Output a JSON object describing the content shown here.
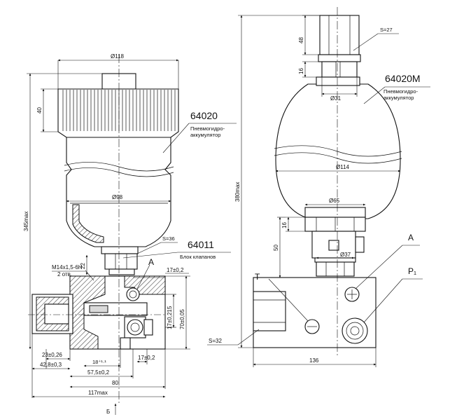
{
  "left_view": {
    "model": "64020",
    "description": "Пневмогидро-аккумулятор",
    "block_model": "64011",
    "block_description": "Блок клапанов",
    "port_a": "А",
    "wrench": "S=36",
    "thread": "M14x1,5-6H",
    "thread_count": "2 отв.",
    "dims": {
      "d_top": "Ø118",
      "d_body": "Ø98",
      "h_cap": "40",
      "h_total": "345max",
      "d22": "22",
      "d17a": "17±0,2",
      "d17_215": "17±0,215",
      "d70": "70±0,05",
      "d23": "23±0,26",
      "d42": "42,8±0,3",
      "d18": "18⁺¹·¹",
      "d57": "57,5±0,2",
      "d17b": "17±0,2",
      "d80": "80",
      "d117": "117max"
    },
    "section_mark": "Б"
  },
  "right_view": {
    "model": "64020M",
    "description": "Пневмогидро-аккумулятор",
    "port_a": "А",
    "port_t": "T",
    "port_p": "P₁",
    "wrench_top": "S=27",
    "wrench_bottom": "S=32",
    "dims": {
      "h48": "48",
      "h16a": "16",
      "d31": "Ø31",
      "d114": "Ø114",
      "h380": "380max",
      "d65": "Ø65",
      "h16b": "16",
      "h50": "50",
      "d37": "Ø37",
      "w136": "136"
    }
  }
}
